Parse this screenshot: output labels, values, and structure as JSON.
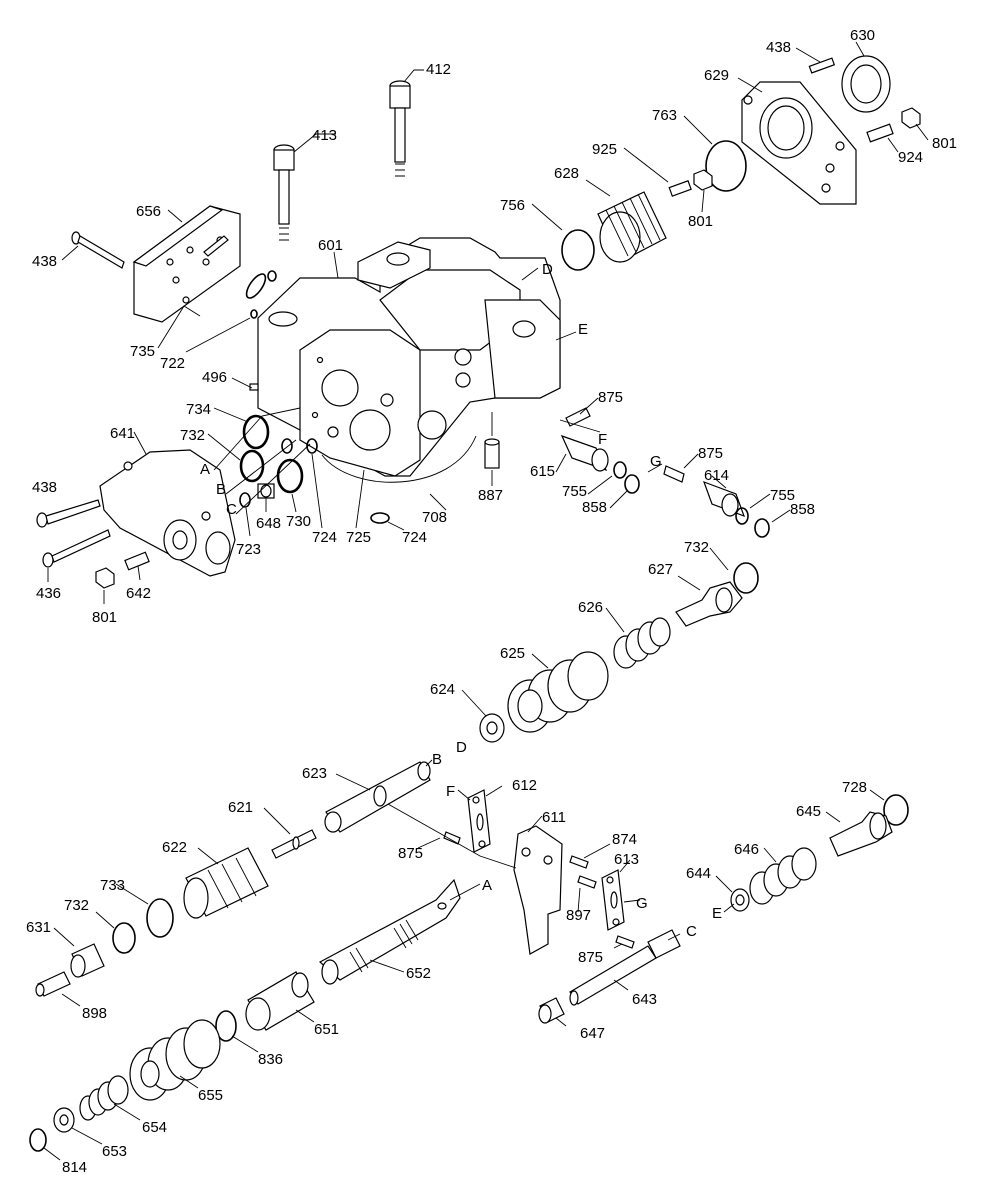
{
  "labels": {
    "p412": "412",
    "p413": "413",
    "p438a": "438",
    "p630": "630",
    "p629": "629",
    "p763": "763",
    "p925": "925",
    "p628": "628",
    "p756": "756",
    "p801a": "801",
    "p924": "924",
    "p801b": "801",
    "p656": "656",
    "p438b": "438",
    "p601": "601",
    "lD1": "D",
    "lE1": "E",
    "p735": "735",
    "p722": "722",
    "p496": "496",
    "p734": "734",
    "p732a": "732",
    "p641": "641",
    "lA1": "A",
    "lB1": "B",
    "lC1": "C",
    "p438c": "438",
    "p875a": "875",
    "lF1": "F",
    "p615": "615",
    "lG1": "G",
    "p875b": "875",
    "p614": "614",
    "p755a": "755",
    "p858a": "858",
    "p755b": "755",
    "p858b": "858",
    "p887": "887",
    "p708": "708",
    "p648": "648",
    "p730": "730",
    "p723": "723",
    "p724a": "724",
    "p725": "725",
    "p724b": "724",
    "p436": "436",
    "p801c": "801",
    "p642": "642",
    "p732b": "732",
    "p627": "627",
    "p626": "626",
    "p625": "625",
    "p624": "624",
    "lD2": "D",
    "p623": "623",
    "lB2": "B",
    "p612": "612",
    "lF2": "F",
    "p611": "611",
    "p621": "621",
    "p875c": "875",
    "p622": "622",
    "p874": "874",
    "p613": "613",
    "p728": "728",
    "p645": "645",
    "p646": "646",
    "p733": "733",
    "lA2": "A",
    "p644": "644",
    "lE2": "E",
    "lG2": "G",
    "p897": "897",
    "p732c": "732",
    "p631": "631",
    "p875d": "875",
    "lC2": "C",
    "p652": "652",
    "p898": "898",
    "p643": "643",
    "p651": "651",
    "p647": "647",
    "p836": "836",
    "p655": "655",
    "p654": "654",
    "p653": "653",
    "p814": "814"
  }
}
